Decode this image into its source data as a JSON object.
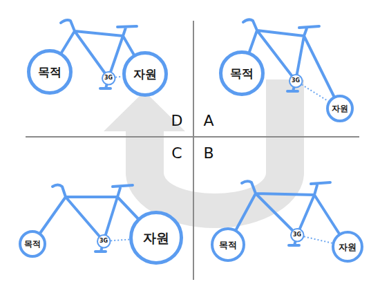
{
  "diagram": {
    "nodes": [
      {
        "text": [
          "목적"
        ]
      },
      {
        "text": [
          "3G"
        ]
      },
      {
        "text": [
          "자원"
        ]
      },
      {
        "text": [
          "목적"
        ]
      },
      {
        "text": [
          "3G"
        ]
      },
      {
        "text": [
          "자원"
        ]
      },
      {
        "text": [
          "목적"
        ]
      },
      {
        "text": [
          "3G"
        ]
      },
      {
        "text": [
          "자원"
        ]
      },
      {
        "text": [
          "목적"
        ]
      },
      {
        "text": [
          "3G"
        ]
      },
      {
        "text": [
          "자원"
        ]
      }
    ],
    "edges": [
      {
        "from": 1,
        "to": 2,
        "arrow": "none"
      },
      {
        "from": 4,
        "to": 5,
        "arrow": "none"
      },
      {
        "from": 7,
        "to": 8,
        "arrow": "none"
      },
      {
        "from": 10,
        "to": 11,
        "arrow": "none"
      }
    ],
    "labels": [
      "D",
      "A",
      "C",
      "B"
    ]
  }
}
